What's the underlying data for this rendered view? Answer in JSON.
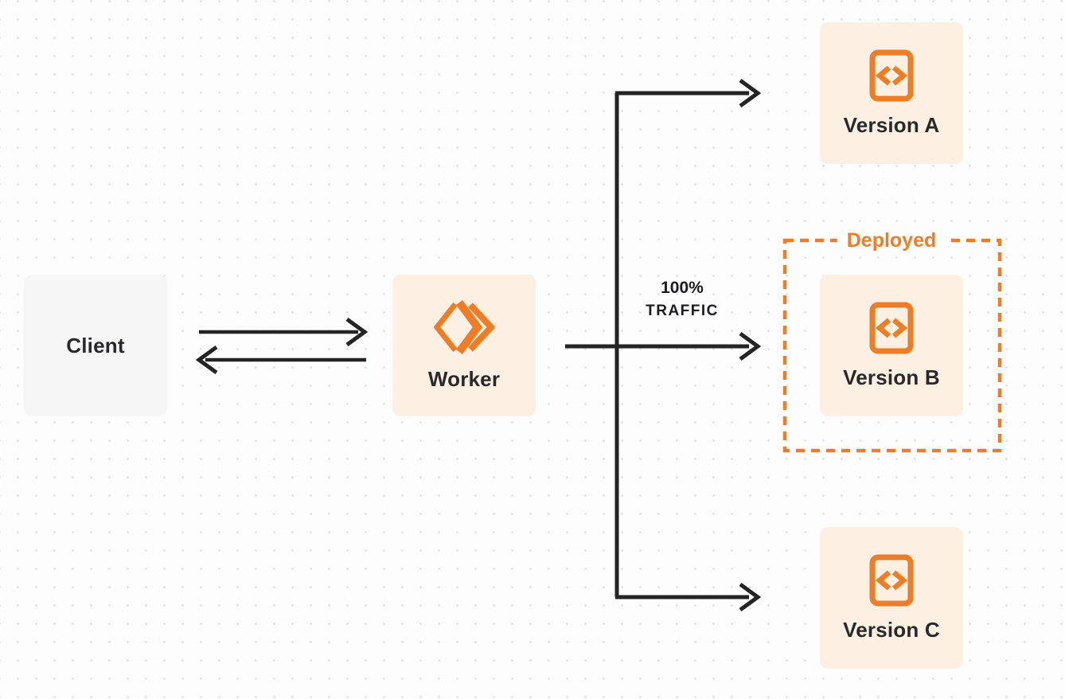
{
  "diagram": {
    "client": {
      "label": "Client"
    },
    "worker": {
      "label": "Worker",
      "icon": "workers-logo-icon"
    },
    "traffic_annotation": {
      "line1": "100%",
      "line2": "TRAFFIC"
    },
    "deployed_boundary": {
      "label": "Deployed"
    },
    "versions": [
      {
        "label": "Version A",
        "icon": "code-file-icon",
        "inside_deployed_boundary": false
      },
      {
        "label": "Version B",
        "icon": "code-file-icon",
        "inside_deployed_boundary": true
      },
      {
        "label": "Version C",
        "icon": "code-file-icon",
        "inside_deployed_boundary": false
      }
    ]
  },
  "colors": {
    "accent_orange": "#EE7D26",
    "node_fill_cream": "#FBF0E2",
    "client_fill_gray": "#F6F6F7",
    "arrow_dark": "#242424",
    "text_dark": "#29292B",
    "background": "#FDFDFD",
    "dot_grid": "#E2E2E5"
  }
}
